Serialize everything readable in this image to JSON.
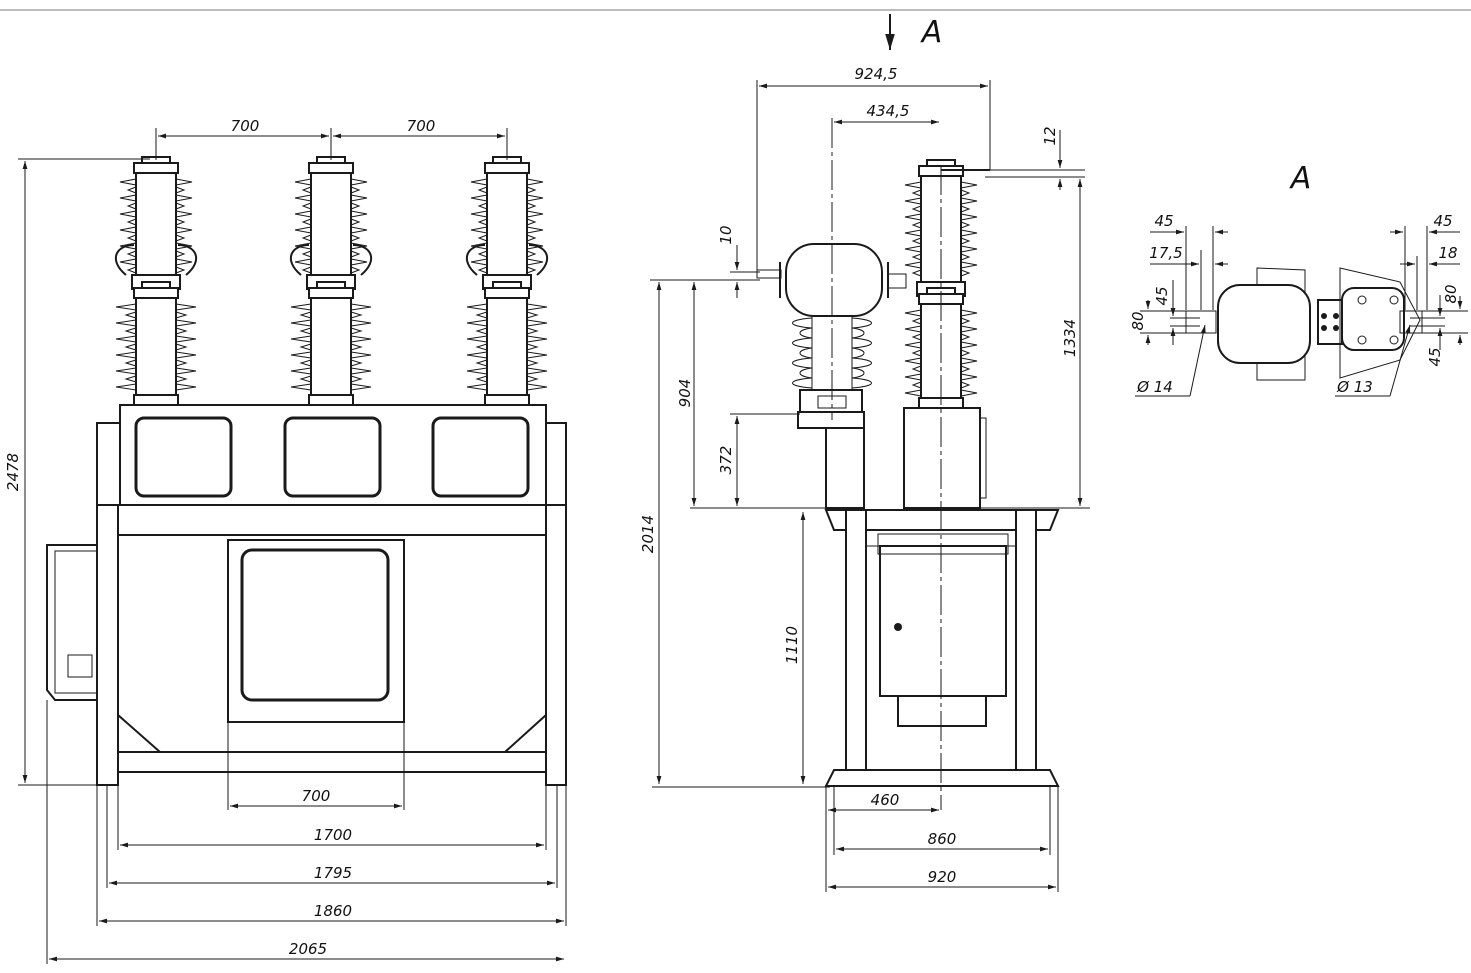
{
  "views": {
    "section_marker": "A",
    "detail_view_label": "A"
  },
  "front_view": {
    "dims": {
      "pole_spacing_left": "700",
      "pole_spacing_right": "700",
      "overall_height": "2478",
      "door_width": "700",
      "frame_inner": "1700",
      "frame_mid": "1795",
      "frame_outer": "1860",
      "overall_width": "2065"
    }
  },
  "side_view": {
    "dims": {
      "top_width": "924,5",
      "ct_offset": "434,5",
      "terminal_offset": "12",
      "ct_terminal_offset": "10",
      "bushing_height": "1334",
      "ct_height": "904",
      "base_box_height": "372",
      "total_height": "2014",
      "support_height": "1110",
      "half_base": "460",
      "base_inner": "860",
      "base_outer": "920"
    }
  },
  "detail_view": {
    "dims": {
      "left_45": "45",
      "left_17_5": "17,5",
      "left_vert_45": "45",
      "left_80": "80",
      "left_hole": "Ø 14",
      "right_45": "45",
      "right_18": "18",
      "right_80": "80",
      "right_vert_45": "45",
      "right_hole": "Ø 13"
    }
  }
}
